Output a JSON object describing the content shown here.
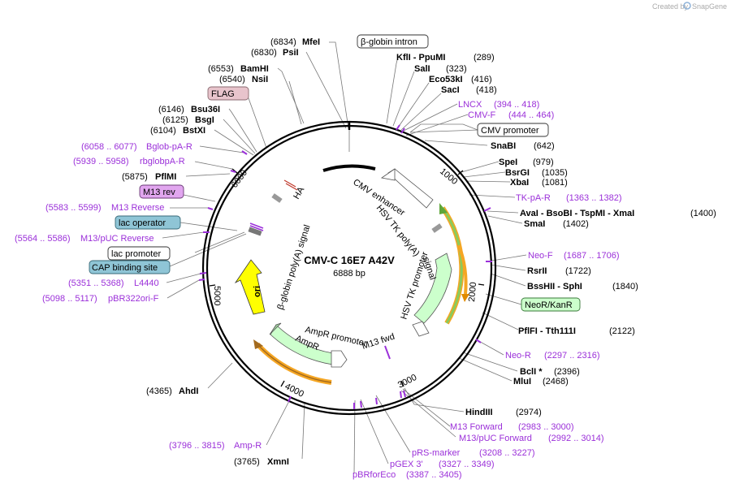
{
  "credit": {
    "prefix": "Created by",
    "brand": "SnapGene"
  },
  "plasmid": {
    "name": "CMV-C 16E7 A42V",
    "size": "6888 bp"
  },
  "ticks": [
    "1000",
    "2000",
    "3000",
    "4000",
    "5000",
    "6000"
  ],
  "boxed_labels": {
    "beta_globin_intron": "β-globin intron",
    "flag": "FLAG",
    "cmv_promoter": "CMV promoter",
    "m13_rev": "M13 rev",
    "lac_operator": "lac operator",
    "lac_promoter": "lac promoter",
    "cap_binding_site": "CAP binding site",
    "neor_kanr": "NeoR/KanR"
  },
  "inner_labels": {
    "ha": "HA",
    "cmv_enhancer": "CMV enhancer",
    "hsv_tk_polya_1": "HSV TK poly(A)",
    "hsv_tk_polya_2": "signal",
    "hsv_tk_promoter_1": "HSV TK promoter",
    "bglobin_polya_1": "β-globin poly(A) signal",
    "ori": "ori",
    "m13_fwd": "M13 fwd",
    "ampr_promoter": "AmpR promoter",
    "ampr": "AmpR"
  },
  "right_sites": [
    {
      "name": "KflI  -  PpuMI",
      "pos": "(289)"
    },
    {
      "name": "SalI",
      "pos": "(323)"
    },
    {
      "name": "Eco53kI",
      "pos": "(416)"
    },
    {
      "name": "SacI",
      "pos": "(418)"
    },
    {
      "name": "SnaBI",
      "pos": "(642)"
    },
    {
      "name": "SpeI",
      "pos": "(979)"
    },
    {
      "name": "BsrGI",
      "pos": "(1035)"
    },
    {
      "name": "XbaI",
      "pos": "(1081)"
    },
    {
      "name": "AvaI  -  BsoBI  -  TspMI  -  XmaI",
      "pos": "(1400)"
    },
    {
      "name": "SmaI",
      "pos": "(1402)"
    },
    {
      "name": "RsrII",
      "pos": "(1722)"
    },
    {
      "name": "BssHII  -  SphI",
      "pos": "(1840)"
    },
    {
      "name": "PflFI  -  Tth111I",
      "pos": "(2122)"
    },
    {
      "name": "BclI *",
      "pos": "(2396)"
    },
    {
      "name": "MluI",
      "pos": "(2468)"
    },
    {
      "name": "HindIII",
      "pos": "(2974)"
    }
  ],
  "left_sites": [
    {
      "name": "MfeI",
      "pos": "(6834)"
    },
    {
      "name": "PsiI",
      "pos": "(6830)"
    },
    {
      "name": "BamHI",
      "pos": "(6553)"
    },
    {
      "name": "NsiI",
      "pos": "(6540)"
    },
    {
      "name": "Bsu36I",
      "pos": "(6146)"
    },
    {
      "name": "BsgI",
      "pos": "(6125)"
    },
    {
      "name": "BstXI",
      "pos": "(6104)"
    },
    {
      "name": "PflMI",
      "pos": "(5875)"
    },
    {
      "name": "AhdI",
      "pos": "(4365)"
    },
    {
      "name": "XmnI",
      "pos": "(3765)"
    }
  ],
  "right_primers": [
    {
      "name": "LNCX",
      "range": "(394 .. 418)"
    },
    {
      "name": "CMV-F",
      "range": "(444 .. 464)"
    },
    {
      "name": "TK-pA-R",
      "range": "(1363 .. 1382)"
    },
    {
      "name": "Neo-F",
      "range": "(1687 .. 1706)"
    },
    {
      "name": "Neo-R",
      "range": "(2297 .. 2316)"
    },
    {
      "name": "M13 Forward",
      "range": "(2983 .. 3000)"
    },
    {
      "name": "M13/pUC Forward",
      "range": "(2992 .. 3014)"
    },
    {
      "name": "pRS-marker",
      "range": "(3208 .. 3227)"
    },
    {
      "name": "pGEX 3'",
      "range": "(3327 .. 3349)"
    },
    {
      "name": "pBRforEco",
      "range": "(3387 .. 3405)"
    }
  ],
  "left_primers": [
    {
      "name": "Bglob-pA-R",
      "range": "(6058 .. 6077)"
    },
    {
      "name": "rbglobpA-R",
      "range": "(5939 .. 5958)"
    },
    {
      "name": "M13 Reverse",
      "range": "(5583 .. 5599)"
    },
    {
      "name": "M13/pUC Reverse",
      "range": "(5564 .. 5586)"
    },
    {
      "name": "L4440",
      "range": "(5351 .. 5368)"
    },
    {
      "name": "pBR322ori-F",
      "range": "(5098 .. 5117)"
    },
    {
      "name": "Amp-R",
      "range": "(3796 .. 3815)"
    }
  ],
  "colors": {
    "primer": "#9b30d9",
    "promoter_fill": "#ccffcc",
    "ori_fill": "#ffff00",
    "orf_orange": "#f5a623",
    "flag_fill": "#e8c4cc",
    "lac_fill": "#8fc5d6",
    "m13rev_fill": "#e1a6ef",
    "neor_fill": "#ccffcc",
    "backbone": "#000000"
  }
}
